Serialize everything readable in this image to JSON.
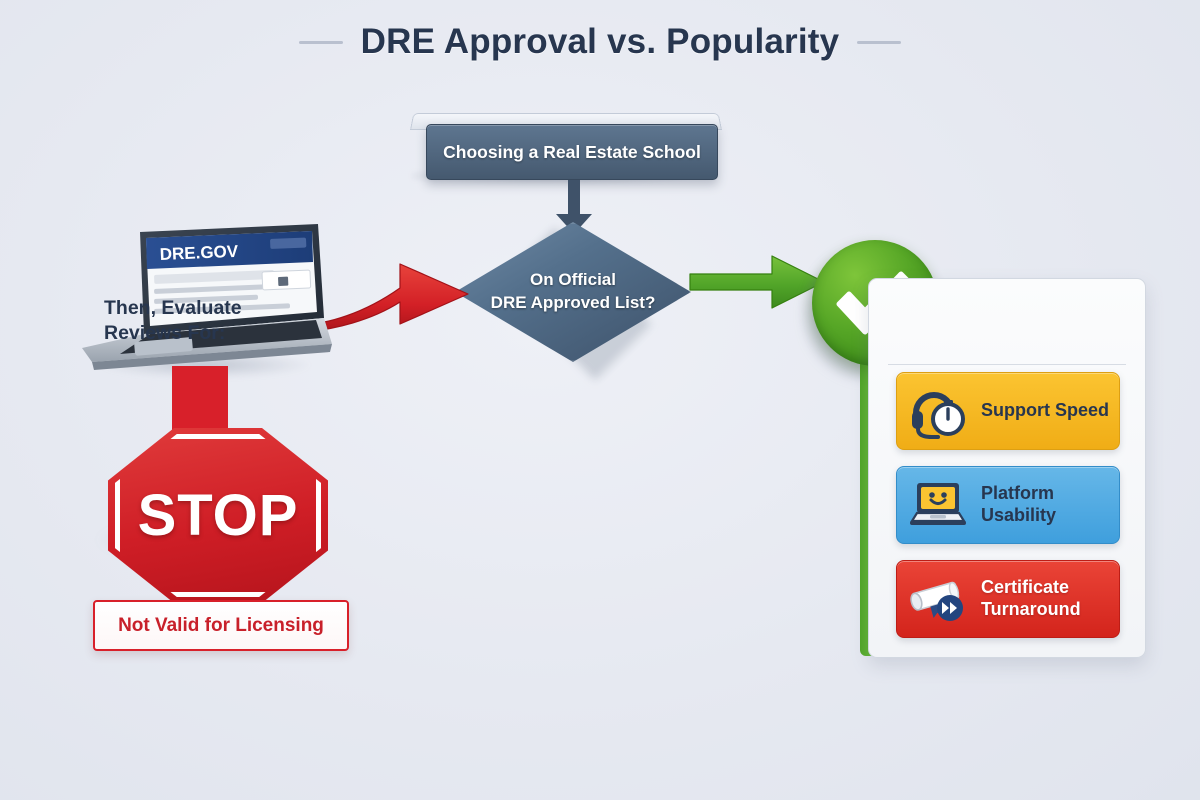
{
  "title": {
    "text": "DRE Approval vs. Popularity"
  },
  "flow": {
    "start_box": {
      "label": "Choosing a Real Estate School"
    },
    "decision": {
      "line1": "On Official",
      "line2": "DRE Approved List?"
    },
    "no_branch": {
      "website_header": "DRE.GOV",
      "stop_sign_text": "STOP",
      "callout": "Not Valid for Licensing"
    },
    "yes_branch": {
      "check_icon": "check-mark-icon",
      "card_title_line1": "Then, Evaluate",
      "card_title_line2": "Reviews For:",
      "criteria": [
        {
          "label_line1": "Support Speed",
          "label_line2": "",
          "icon": "headset-stopwatch-icon",
          "color": "#f0ad16",
          "text_style": "dark"
        },
        {
          "label_line1": "Platform",
          "label_line2": "Usability",
          "icon": "laptop-smiley-icon",
          "color": "#3f9fdd",
          "text_style": "dark"
        },
        {
          "label_line1": "Certificate",
          "label_line2": "Turnaround",
          "icon": "diploma-fastforward-icon",
          "color": "#d3241c",
          "text_style": "light"
        }
      ]
    }
  },
  "connectors": {
    "box_to_decision": "down-arrow-icon",
    "laptop_to_decision": "red-curved-arrow-icon",
    "decision_to_check": "green-arrow-icon",
    "laptop_to_stop": "red-stem-connector"
  },
  "colors": {
    "background": "#e6e9f1",
    "title": "#27364f",
    "process_box": "#4d6480",
    "decision": "#4a6280",
    "no_path": "#d8202a",
    "yes_path": "#56a626",
    "tile_support": "#f0ad16",
    "tile_platform": "#3f9fdd",
    "tile_certificate": "#d3241c"
  }
}
